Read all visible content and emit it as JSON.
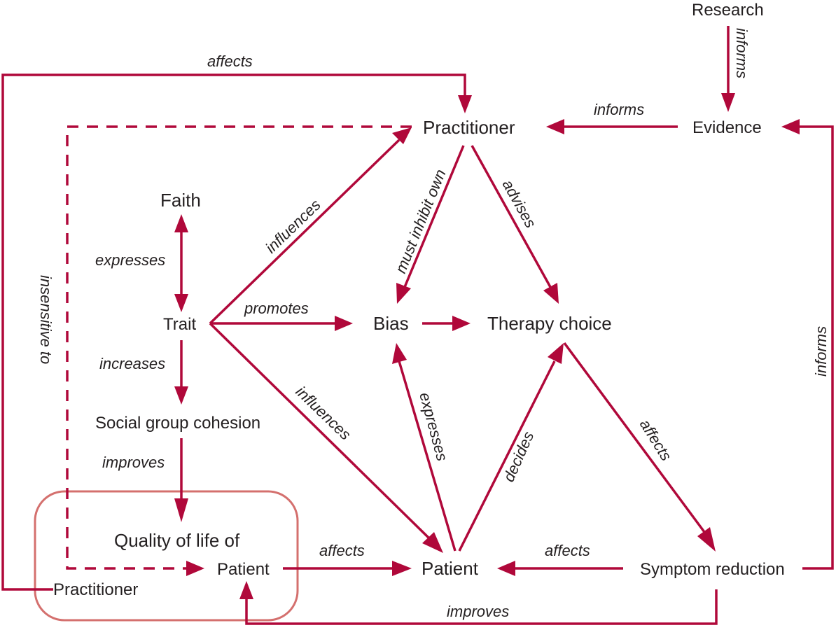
{
  "diagram": {
    "colors": {
      "arrow": "#b0083a",
      "group_box": "#d4706e",
      "text": "#231f20",
      "background": "#ffffff"
    },
    "nodes": {
      "research": "Research",
      "evidence": "Evidence",
      "practitioner_top": "Practitioner",
      "faith": "Faith",
      "trait": "Trait",
      "bias": "Bias",
      "therapy_choice": "Therapy choice",
      "social_group_cohesion": "Social group cohesion",
      "quality_of_life_heading": "Quality of life of",
      "qol_patient": "Patient",
      "qol_practitioner": "Practitioner",
      "patient": "Patient",
      "symptom_reduction": "Symptom reduction"
    },
    "edges": [
      {
        "id": "research-evidence",
        "from": "Research",
        "to": "Evidence",
        "label": "informs",
        "style": "solid"
      },
      {
        "id": "evidence-practitioner",
        "from": "Evidence",
        "to": "Practitioner",
        "label": "informs",
        "style": "solid"
      },
      {
        "id": "qol-practitioner-practitioner",
        "from": "Quality of life of Practitioner",
        "to": "Practitioner",
        "label": "affects",
        "style": "solid"
      },
      {
        "id": "practitioner-qol-patient",
        "from": "Practitioner",
        "to": "Quality of life of Patient",
        "label": "insensitive to",
        "style": "dashed"
      },
      {
        "id": "faith-trait",
        "from": "Faith",
        "to": "Trait",
        "label": "expresses",
        "style": "solid",
        "bidirectional": true
      },
      {
        "id": "trait-practitioner",
        "from": "Trait",
        "to": "Practitioner",
        "label": "influences",
        "style": "solid"
      },
      {
        "id": "trait-bias",
        "from": "Trait",
        "to": "Bias",
        "label": "promotes",
        "style": "solid"
      },
      {
        "id": "trait-patient",
        "from": "Trait",
        "to": "Patient",
        "label": "influences",
        "style": "solid"
      },
      {
        "id": "trait-social",
        "from": "Trait",
        "to": "Social group cohesion",
        "label": "increases",
        "style": "solid"
      },
      {
        "id": "social-qol",
        "from": "Social group cohesion",
        "to": "Quality of life of Patient",
        "label": "improves",
        "style": "solid"
      },
      {
        "id": "practitioner-bias",
        "from": "Practitioner",
        "to": "Bias",
        "label": "must inhibit own",
        "style": "solid"
      },
      {
        "id": "practitioner-therapy",
        "from": "Practitioner",
        "to": "Therapy choice",
        "label": "advises",
        "style": "solid"
      },
      {
        "id": "bias-therapy",
        "from": "Bias",
        "to": "Therapy choice",
        "label": "",
        "style": "solid"
      },
      {
        "id": "patient-bias",
        "from": "Patient",
        "to": "Bias",
        "label": "expresses",
        "style": "solid"
      },
      {
        "id": "patient-therapy",
        "from": "Patient",
        "to": "Therapy choice",
        "label": "decides",
        "style": "solid"
      },
      {
        "id": "therapy-symptom",
        "from": "Therapy choice",
        "to": "Symptom reduction",
        "label": "affects",
        "style": "solid"
      },
      {
        "id": "qol-patient-patient",
        "from": "Quality of life of Patient",
        "to": "Patient",
        "label": "affects",
        "style": "solid"
      },
      {
        "id": "symptom-patient",
        "from": "Symptom reduction",
        "to": "Patient",
        "label": "affects",
        "style": "solid"
      },
      {
        "id": "symptom-evidence",
        "from": "Symptom reduction",
        "to": "Evidence",
        "label": "informs",
        "style": "solid"
      },
      {
        "id": "symptom-qol-patient",
        "from": "Symptom reduction",
        "to": "Quality of life of Patient",
        "label": "improves",
        "style": "solid"
      }
    ]
  }
}
